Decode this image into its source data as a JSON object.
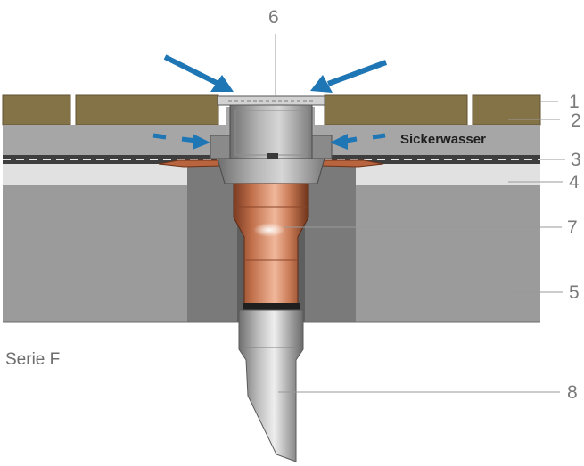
{
  "caption": "Serie F",
  "seepage_label": "Sickerwasser",
  "callouts": [
    "1",
    "2",
    "3",
    "4",
    "5",
    "6",
    "7",
    "8"
  ],
  "colors": {
    "paver": "#857348",
    "gravel": "#a4a4a4",
    "screed": "#e1e1e1",
    "concrete": "#9a9a9a",
    "copper": "#c0704d",
    "steel": "#a9a9a9",
    "arrow": "#1f76b5"
  }
}
